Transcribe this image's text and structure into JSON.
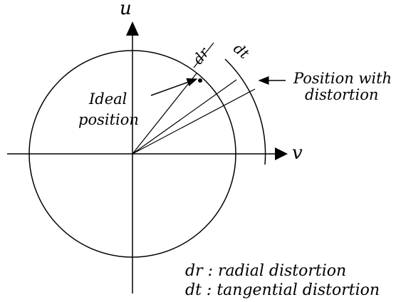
{
  "labels": {
    "axis_u": "u",
    "axis_v": "v",
    "dr": "dr",
    "dt": "dt",
    "ideal_line1": "Ideal",
    "ideal_line2": "position",
    "distortion_line1": "Position with",
    "distortion_line2": "distortion"
  },
  "legend": {
    "line1": "dr : radial distortion",
    "line2": "dt : tangential distortion"
  }
}
